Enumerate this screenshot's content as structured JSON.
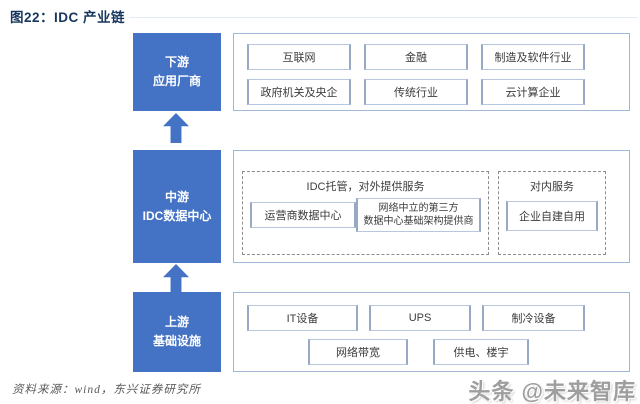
{
  "title": "图22：IDC 产业链",
  "colors": {
    "accent_blue": "#4472C4",
    "title_navy": "#17365D",
    "box_border": "#A3B6D4",
    "cell_border": "#B9C7DE",
    "dashed_border": "#8C8C8C",
    "text_dark": "#3B3B3B",
    "source_gray": "#595959",
    "watermark_gray": "#9E9E9E"
  },
  "diagram": {
    "downstream": {
      "label_line1": "下游",
      "label_line2": "应用厂商",
      "items_row1": [
        "互联网",
        "金融",
        "制造及软件行业"
      ],
      "items_row2": [
        "政府机关及央企",
        "传统行业",
        "云计算企业"
      ]
    },
    "midstream": {
      "label_line1": "中游",
      "label_line2": "IDC数据中心",
      "external": {
        "header": "IDC托管，对外提供服务",
        "item1": "运营商数据中心",
        "item2_line1": "网络中立的第三方",
        "item2_line2": "数据中心基础架构提供商"
      },
      "internal": {
        "header": "对内服务",
        "item1": "企业自建自用"
      }
    },
    "upstream": {
      "label_line1": "上游",
      "label_line2": "基础设施",
      "items_row1": [
        "IT设备",
        "UPS",
        "制冷设备"
      ],
      "items_row2": [
        "网络带宽",
        "供电、楼宇"
      ]
    }
  },
  "footer": {
    "source": "资料来源：wind，东兴证券研究所",
    "watermark": "头条 @未来智库"
  }
}
